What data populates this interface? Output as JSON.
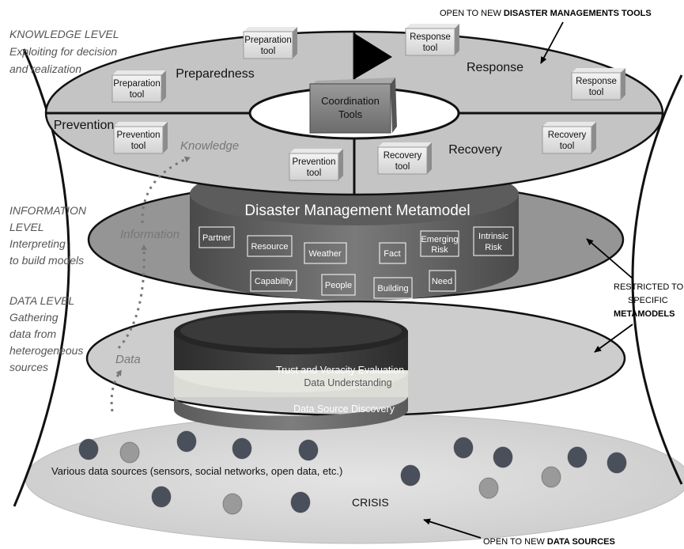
{
  "levels": {
    "knowledge": {
      "line1": "KNOWLEDGE LEVEL",
      "line2": "Exploiting for decision",
      "line3": "and realization"
    },
    "information": {
      "line1": "INFORMATION",
      "line2": "LEVEL",
      "line3": "Interpreting",
      "line4": "to build models"
    },
    "data": {
      "line1": "DATA LEVEL",
      "line2": "Gathering",
      "line3": "data from",
      "line4": "heterogeneous",
      "line5": "sources"
    }
  },
  "flow": {
    "knowledge": "Knowledge",
    "information": "Information",
    "data": "Data"
  },
  "phases": {
    "preparedness": "Preparedness",
    "response": "Response",
    "prevention": "Prevention",
    "recovery": "Recovery"
  },
  "tools": {
    "preparation": {
      "l1": "Preparation",
      "l2": "tool"
    },
    "response": {
      "l1": "Response",
      "l2": "tool"
    },
    "prevention": {
      "l1": "Prevention",
      "l2": "tool"
    },
    "recovery": {
      "l1": "Recovery",
      "l2": "tool"
    },
    "coordination": {
      "l1": "Coordination",
      "l2": "Tools"
    }
  },
  "metamodel": {
    "title": "Disaster Management Metamodel",
    "concepts": {
      "partner": "Partner",
      "resource": "Resource",
      "weather": "Weather",
      "fact": "Fact",
      "emerging_l1": "Emerging",
      "emerging_l2": "Risk",
      "intrinsic_l1": "Intrinsic",
      "intrinsic_l2": "Risk",
      "capability": "Capability",
      "people": "People",
      "building": "Building",
      "need": "Need"
    }
  },
  "data_layers": {
    "trust": "Trust and Veracity Evaluation",
    "understanding": "Data Understanding",
    "discovery": "Data Source Discovery"
  },
  "sources": {
    "label": "Various data sources (sensors, social networks, open data, etc.)",
    "crisis": "CRISIS"
  },
  "annotations": {
    "tools_prefix": "OPEN TO NEW ",
    "tools_bold": "DISASTER MANAGEMENTS TOOLS",
    "restricted_l1": "RESTRICTED TO",
    "restricted_l2": "SPECIFIC",
    "restricted_l3": "METAMODELS",
    "sources_prefix": "OPEN TO NEW ",
    "sources_bold": "DATA SOURCES"
  },
  "colors": {
    "dot_dark": "#4a4f5c",
    "dot_light": "#9a9a9a",
    "ring": "#c9c9c9"
  }
}
